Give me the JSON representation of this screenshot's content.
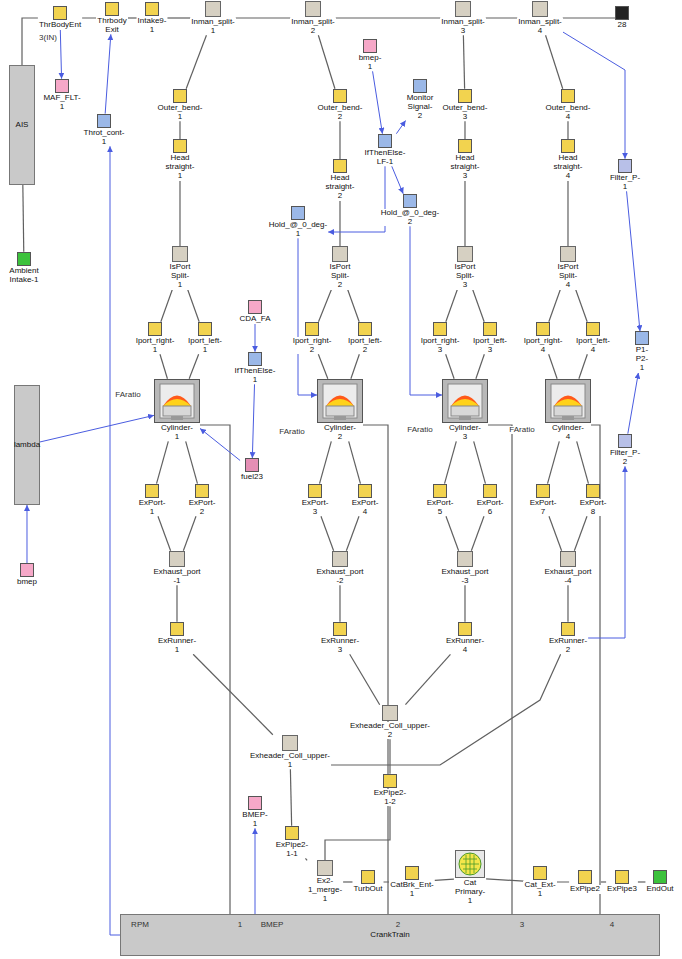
{
  "diagram": {
    "nodes": [
      {
        "text": [
          "ThrBodyEnt"
        ]
      },
      {
        "text": [
          "Thrbody Exit"
        ]
      },
      {
        "text": [
          "Intake9-1"
        ]
      },
      {
        "text": [
          "Inman_split-1"
        ]
      },
      {
        "text": [
          "Inman_split-2"
        ]
      },
      {
        "text": [
          "Inman_split-3"
        ]
      },
      {
        "text": [
          "Inman_split-4"
        ]
      },
      {
        "text": [
          "28"
        ]
      },
      {
        "text": [
          "AIS"
        ]
      },
      {
        "text": [
          "Ambient Intake-1"
        ]
      },
      {
        "text": [
          "MAF_FLT-1"
        ]
      },
      {
        "text": [
          "Throt_cont-1"
        ]
      },
      {
        "text": [
          "bmep-1"
        ]
      },
      {
        "text": [
          "Outer_bend-1"
        ]
      },
      {
        "text": [
          "Outer_bend-2"
        ]
      },
      {
        "text": [
          "Outer_bend-3"
        ]
      },
      {
        "text": [
          "Outer_bend-4"
        ]
      },
      {
        "text": [
          "IfThenElse-LF-1"
        ]
      },
      {
        "text": [
          "Monitor Signal-2"
        ]
      },
      {
        "text": [
          "Head straight-1"
        ]
      },
      {
        "text": [
          "Head straight-2"
        ]
      },
      {
        "text": [
          "Head straight-3"
        ]
      },
      {
        "text": [
          "Head straight-4"
        ]
      },
      {
        "text": [
          "Hold_@_0_deg-1"
        ]
      },
      {
        "text": [
          "Hold_@_0_deg-2"
        ]
      },
      {
        "text": [
          "Filter_P-1"
        ]
      },
      {
        "text": [
          "IsPort Split-1"
        ]
      },
      {
        "text": [
          "IsPort Split-2"
        ]
      },
      {
        "text": [
          "IsPort Split-3"
        ]
      },
      {
        "text": [
          "IsPort Split-4"
        ]
      },
      {
        "text": [
          "CDA_FA"
        ]
      },
      {
        "text": [
          "Iport_right-1"
        ]
      },
      {
        "text": [
          "Iport_left-1"
        ]
      },
      {
        "text": [
          "IfThenElse-1"
        ]
      },
      {
        "text": [
          "Iport_right-2"
        ]
      },
      {
        "text": [
          "Iport_left-2"
        ]
      },
      {
        "text": [
          "Iport_right-3"
        ]
      },
      {
        "text": [
          "Iport_left-3"
        ]
      },
      {
        "text": [
          "Iport_right-4"
        ]
      },
      {
        "text": [
          "Iport_left-4"
        ]
      },
      {
        "text": [
          "P1-P2-1"
        ]
      },
      {
        "text": [
          "Cylinder-1"
        ]
      },
      {
        "text": [
          "Cylinder-2"
        ]
      },
      {
        "text": [
          "Cylinder-3"
        ]
      },
      {
        "text": [
          "Cylinder-4"
        ]
      },
      {
        "text": [
          "Filter_P-2"
        ]
      },
      {
        "text": [
          "lambda"
        ]
      },
      {
        "text": [
          "bmep"
        ]
      },
      {
        "text": [
          "fuel23"
        ]
      },
      {
        "text": [
          "ExPort-1"
        ]
      },
      {
        "text": [
          "ExPort-2"
        ]
      },
      {
        "text": [
          "ExPort-3"
        ]
      },
      {
        "text": [
          "ExPort-4"
        ]
      },
      {
        "text": [
          "ExPort-5"
        ]
      },
      {
        "text": [
          "ExPort-6"
        ]
      },
      {
        "text": [
          "ExPort-7"
        ]
      },
      {
        "text": [
          "ExPort-8"
        ]
      },
      {
        "text": [
          "Exhaust_port -1"
        ]
      },
      {
        "text": [
          "Exhaust_port -2"
        ]
      },
      {
        "text": [
          "Exhaust_port -3"
        ]
      },
      {
        "text": [
          "Exhaust_port -4"
        ]
      },
      {
        "text": [
          "ExRunner-1"
        ]
      },
      {
        "text": [
          "ExRunner-3"
        ]
      },
      {
        "text": [
          "ExRunner-4"
        ]
      },
      {
        "text": [
          "ExRunner-2"
        ]
      },
      {
        "text": [
          "Exheader_Coll_upper-2"
        ]
      },
      {
        "text": [
          "Exheader_Coll_upper-1"
        ]
      },
      {
        "text": [
          "ExPipe2-1-2"
        ]
      },
      {
        "text": [
          "BMEP-1"
        ]
      },
      {
        "text": [
          "ExPipe2-1-1"
        ]
      },
      {
        "text": [
          "Ex2-1_merge-1"
        ]
      },
      {
        "text": [
          "TurbOut"
        ]
      },
      {
        "text": [
          "CatBrk_Ent-1"
        ]
      },
      {
        "text": [
          "Cat Primary-1"
        ]
      },
      {
        "text": [
          "Cat_Ext-1"
        ]
      },
      {
        "text": [
          "ExPipe2"
        ]
      },
      {
        "text": [
          "ExPipe3"
        ]
      },
      {
        "text": [
          "EndOut"
        ]
      },
      {
        "text": [
          "CrankTrain"
        ]
      }
    ],
    "edges": [
      {
        "from": 9,
        "to": 8,
        "arrow": "none"
      },
      {
        "from": 8,
        "to": 0,
        "arrow": "none"
      },
      {
        "from": 0,
        "to": 1,
        "arrow": "none"
      },
      {
        "from": 1,
        "to": 2,
        "arrow": "none"
      },
      {
        "from": 2,
        "to": 3,
        "arrow": "none"
      },
      {
        "from": 3,
        "to": 4,
        "arrow": "none"
      },
      {
        "from": 4,
        "to": 5,
        "arrow": "none"
      },
      {
        "from": 5,
        "to": 6,
        "arrow": "none"
      },
      {
        "from": 6,
        "to": 7,
        "arrow": "none"
      },
      {
        "from": 3,
        "to": 13,
        "arrow": "none"
      },
      {
        "from": 4,
        "to": 14,
        "arrow": "none"
      },
      {
        "from": 5,
        "to": 15,
        "arrow": "none"
      },
      {
        "from": 6,
        "to": 16,
        "arrow": "none"
      },
      {
        "from": 13,
        "to": 19,
        "arrow": "none"
      },
      {
        "from": 14,
        "to": 20,
        "arrow": "none"
      },
      {
        "from": 15,
        "to": 21,
        "arrow": "none"
      },
      {
        "from": 16,
        "to": 22,
        "arrow": "none"
      },
      {
        "from": 19,
        "to": 26,
        "arrow": "none"
      },
      {
        "from": 20,
        "to": 27,
        "arrow": "none"
      },
      {
        "from": 21,
        "to": 28,
        "arrow": "none"
      },
      {
        "from": 22,
        "to": 29,
        "arrow": "none"
      },
      {
        "from": 26,
        "to": 31,
        "arrow": "none"
      },
      {
        "from": 26,
        "to": 32,
        "arrow": "none"
      },
      {
        "from": 27,
        "to": 34,
        "arrow": "none"
      },
      {
        "from": 27,
        "to": 35,
        "arrow": "none"
      },
      {
        "from": 28,
        "to": 36,
        "arrow": "none"
      },
      {
        "from": 28,
        "to": 37,
        "arrow": "none"
      },
      {
        "from": 29,
        "to": 38,
        "arrow": "none"
      },
      {
        "from": 29,
        "to": 39,
        "arrow": "none"
      },
      {
        "from": 31,
        "to": 41,
        "arrow": "none"
      },
      {
        "from": 32,
        "to": 41,
        "arrow": "none"
      },
      {
        "from": 34,
        "to": 42,
        "arrow": "none"
      },
      {
        "from": 35,
        "to": 42,
        "arrow": "none"
      },
      {
        "from": 36,
        "to": 43,
        "arrow": "none"
      },
      {
        "from": 37,
        "to": 43,
        "arrow": "none"
      },
      {
        "from": 38,
        "to": 44,
        "arrow": "none"
      },
      {
        "from": 39,
        "to": 44,
        "arrow": "none"
      },
      {
        "from": 41,
        "to": 49,
        "arrow": "none"
      },
      {
        "from": 41,
        "to": 50,
        "arrow": "none"
      },
      {
        "from": 42,
        "to": 51,
        "arrow": "none"
      },
      {
        "from": 42,
        "to": 52,
        "arrow": "none"
      },
      {
        "from": 43,
        "to": 53,
        "arrow": "none"
      },
      {
        "from": 43,
        "to": 54,
        "arrow": "none"
      },
      {
        "from": 44,
        "to": 55,
        "arrow": "none"
      },
      {
        "from": 44,
        "to": 56,
        "arrow": "none"
      },
      {
        "from": 49,
        "to": 57,
        "arrow": "none"
      },
      {
        "from": 50,
        "to": 57,
        "arrow": "none"
      },
      {
        "from": 51,
        "to": 58,
        "arrow": "none"
      },
      {
        "from": 52,
        "to": 58,
        "arrow": "none"
      },
      {
        "from": 53,
        "to": 59,
        "arrow": "none"
      },
      {
        "from": 54,
        "to": 59,
        "arrow": "none"
      },
      {
        "from": 55,
        "to": 60,
        "arrow": "none"
      },
      {
        "from": 56,
        "to": 60,
        "arrow": "none"
      },
      {
        "from": 57,
        "to": 61,
        "arrow": "none"
      },
      {
        "from": 58,
        "to": 62,
        "arrow": "none"
      },
      {
        "from": 59,
        "to": 63,
        "arrow": "none"
      },
      {
        "from": 60,
        "to": 64,
        "arrow": "none"
      },
      {
        "from": 61,
        "to": 66,
        "arrow": "none"
      },
      {
        "from": 64,
        "to": 66,
        "arrow": "none"
      },
      {
        "from": 62,
        "to": 65,
        "arrow": "none"
      },
      {
        "from": 63,
        "to": 65,
        "arrow": "none"
      },
      {
        "from": 66,
        "to": 69,
        "arrow": "none"
      },
      {
        "from": 65,
        "to": 67,
        "arrow": "none"
      },
      {
        "from": 69,
        "to": 70,
        "arrow": "none"
      },
      {
        "from": 67,
        "to": 70,
        "arrow": "none"
      },
      {
        "from": 70,
        "to": 71,
        "arrow": "none"
      },
      {
        "from": 71,
        "to": 72,
        "arrow": "none"
      },
      {
        "from": 72,
        "to": 73,
        "arrow": "none"
      },
      {
        "from": 73,
        "to": 74,
        "arrow": "none"
      },
      {
        "from": 74,
        "to": 75,
        "arrow": "none"
      },
      {
        "from": 75,
        "to": 76,
        "arrow": "none"
      },
      {
        "from": 76,
        "to": 77,
        "arrow": "none"
      },
      {
        "from": 41,
        "to": 78,
        "arrow": "none"
      },
      {
        "from": 42,
        "to": 78,
        "arrow": "none"
      },
      {
        "from": 43,
        "to": 78,
        "arrow": "none"
      },
      {
        "from": 44,
        "to": 78,
        "arrow": "none"
      },
      {
        "from": 0,
        "to": 10,
        "arrow": "to"
      },
      {
        "from": 11,
        "to": 1,
        "arrow": "to"
      },
      {
        "from": 78,
        "to": 11,
        "arrow": "to"
      },
      {
        "from": 47,
        "to": 46,
        "arrow": "to"
      },
      {
        "from": 46,
        "to": 41,
        "arrow": "to"
      },
      {
        "from": 12,
        "to": 17,
        "arrow": "to"
      },
      {
        "from": 17,
        "to": 18,
        "arrow": "to"
      },
      {
        "from": 17,
        "to": 23,
        "arrow": "to"
      },
      {
        "from": 17,
        "to": 24,
        "arrow": "to"
      },
      {
        "from": 23,
        "to": 42,
        "arrow": "to"
      },
      {
        "from": 24,
        "to": 43,
        "arrow": "to"
      },
      {
        "from": 30,
        "to": 33,
        "arrow": "to"
      },
      {
        "from": 33,
        "to": 48,
        "arrow": "to"
      },
      {
        "from": 48,
        "to": 41,
        "arrow": "to"
      },
      {
        "from": 6,
        "to": 25,
        "arrow": "to"
      },
      {
        "from": 25,
        "to": 40,
        "arrow": "to"
      },
      {
        "from": 45,
        "to": 40,
        "arrow": "to"
      },
      {
        "from": 64,
        "to": 45,
        "arrow": "to"
      },
      {
        "from": 78,
        "to": 68,
        "arrow": "to"
      }
    ],
    "labels": [
      "3(IN)",
      "FAratio",
      "FAratio",
      "FAratio",
      "FAratio",
      "RPM",
      "BMEP",
      "1",
      "2",
      "3",
      "4"
    ]
  }
}
